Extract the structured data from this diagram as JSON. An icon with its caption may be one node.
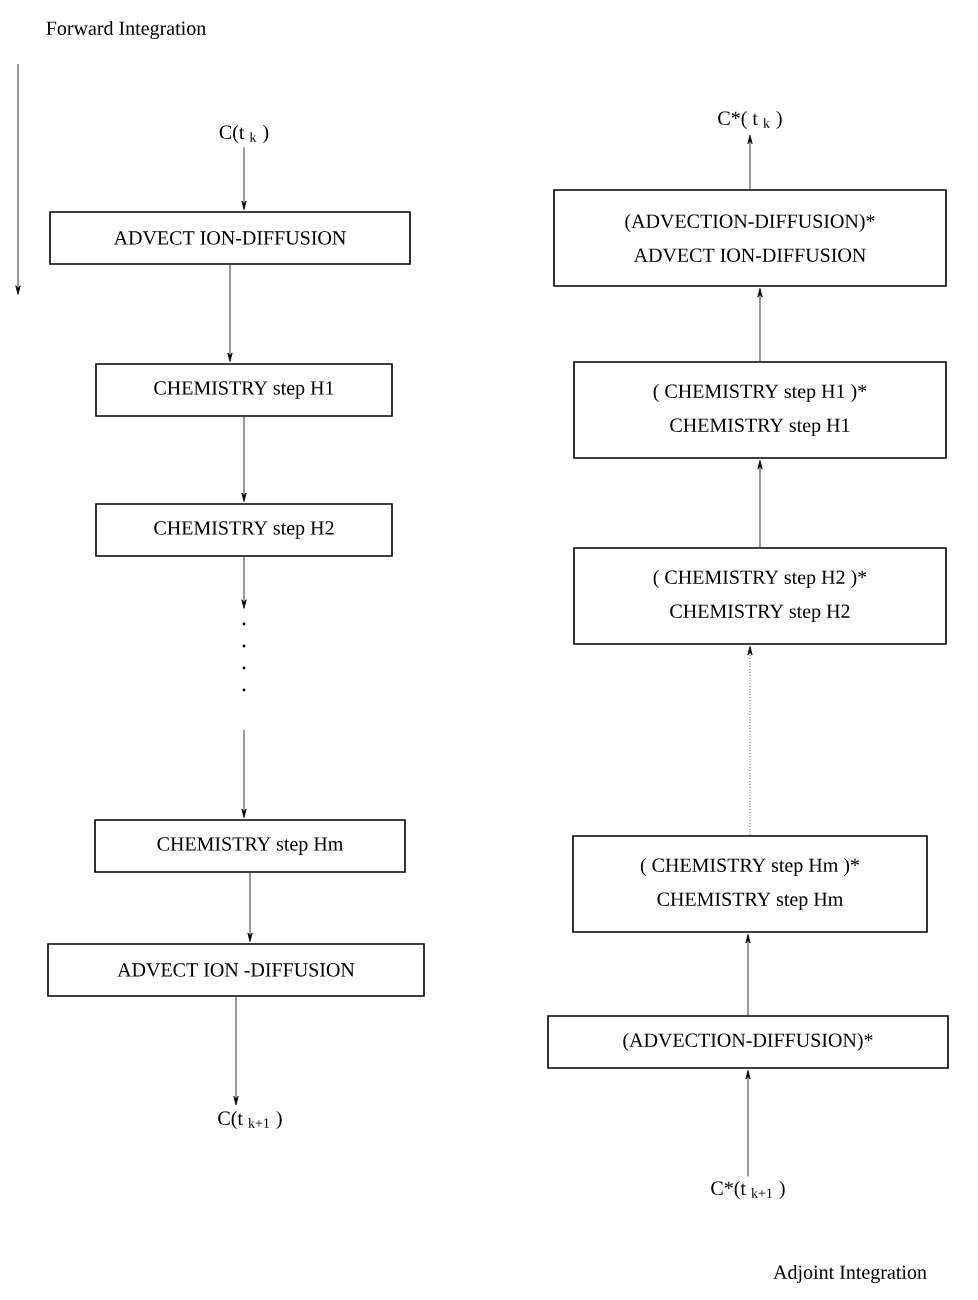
{
  "diagram": {
    "nodes": [
      {
        "text": [
          "C(t $_{k}$ )"
        ]
      },
      {
        "text": [
          "ADVECT ION-DIFFUSION"
        ]
      },
      {
        "text": [
          "CHEMISTRY step H1"
        ]
      },
      {
        "text": [
          "CHEMISTRY step H2"
        ]
      },
      {
        "text": [
          "CHEMISTRY step Hm"
        ]
      },
      {
        "text": [
          "ADVECT ION -DIFFUSION"
        ]
      },
      {
        "text": [
          "C(t $_{k+1}$ )"
        ]
      },
      {
        "text": [
          "C*( t $_{k}$ )"
        ]
      },
      {
        "text": [
          "(ADVECTION-DIFFUSION)*",
          "ADVECT ION-DIFFUSION"
        ]
      },
      {
        "text": [
          "( CHEMISTRY step H1 )*",
          "CHEMISTRY step H1"
        ]
      },
      {
        "text": [
          "( CHEMISTRY step H2 )*",
          "CHEMISTRY step H2"
        ]
      },
      {
        "text": [
          "( CHEMISTRY step Hm )*",
          "CHEMISTRY step Hm"
        ]
      },
      {
        "text": [
          "(ADVECTION-DIFFUSION)*"
        ]
      },
      {
        "text": [
          "C*(t $_{k+1}$ )"
        ]
      }
    ],
    "edges": [
      {
        "from": 0,
        "to": 1,
        "arrow": "to"
      },
      {
        "from": 1,
        "to": 2,
        "arrow": "to"
      },
      {
        "from": 2,
        "to": 3,
        "arrow": "to"
      },
      {
        "from": 3,
        "to": null,
        "arrow": "to"
      },
      {
        "from": null,
        "to": 4,
        "arrow": "to"
      },
      {
        "from": 4,
        "to": 5,
        "arrow": "to"
      },
      {
        "from": 5,
        "to": 6,
        "arrow": "to"
      },
      {
        "from": 13,
        "to": 12,
        "arrow": "to"
      },
      {
        "from": 12,
        "to": 11,
        "arrow": "to"
      },
      {
        "from": 11,
        "to": 10,
        "arrow": "to",
        "style": "dashed"
      },
      {
        "from": 10,
        "to": 9,
        "arrow": "to"
      },
      {
        "from": 9,
        "to": 8,
        "arrow": "to"
      },
      {
        "from": 8,
        "to": 7,
        "arrow": "to"
      }
    ],
    "labels": [
      "Forward Integration",
      "Adjoint Integration"
    ]
  }
}
